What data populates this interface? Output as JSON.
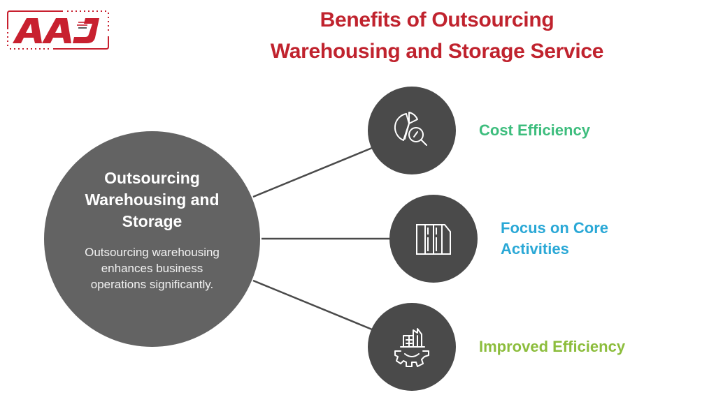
{
  "logo": {
    "text": "AAJ",
    "color": "#c8202f"
  },
  "title": {
    "line1": "Benefits of Outsourcing",
    "line2": "Warehousing and Storage Service",
    "color": "#c0232e"
  },
  "hub": {
    "title": "Outsourcing Warehousing and Storage",
    "description": "Outsourcing warehousing enhances business operations significantly.",
    "color": "#636363"
  },
  "benefits": [
    {
      "label": "Cost Efficiency",
      "icon": "pie-chart-magnifier-icon",
      "color": "#3dbd7d"
    },
    {
      "label": "Focus on Core Activities",
      "icon": "binders-shelf-icon",
      "color": "#2aa8d6"
    },
    {
      "label": "Improved Efficiency",
      "icon": "building-gear-icon",
      "color": "#8cbd3c"
    }
  ],
  "colors": {
    "node": "#4a4a4a",
    "connector": "#4a4a4a"
  }
}
